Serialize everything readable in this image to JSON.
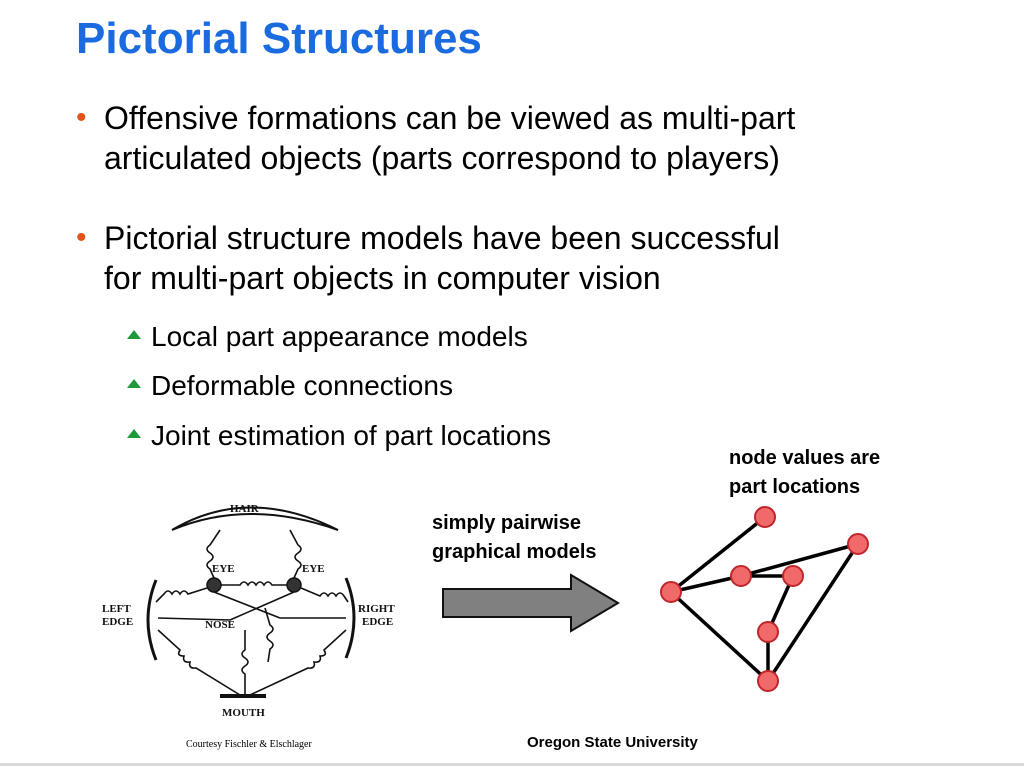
{
  "slide": {
    "title": "Pictorial Structures",
    "bullets": [
      {
        "line1": "Offensive formations can be viewed as multi-part",
        "line2": "articulated objects (parts correspond to players)"
      },
      {
        "line1": "Pictorial structure models have been successful",
        "line2": "for multi-part objects in computer vision"
      }
    ],
    "sub_bullets": [
      "Local part appearance models",
      "Deformable connections",
      "Joint estimation of part locations"
    ],
    "colors": {
      "title": "#1a6ae0",
      "bullet_marker": "#e2541b",
      "sub_marker": "#1e9a3a",
      "node_fill": "#f06a6a",
      "arrow_fill": "#808080"
    }
  },
  "figure": {
    "labels": {
      "hair": "HAIR",
      "eye_left": "EYE",
      "eye_right": "EYE",
      "left_edge_1": "LEFT",
      "left_edge_2": "EDGE",
      "right_edge_1": "RIGHT",
      "right_edge_2": "EDGE",
      "nose": "NOSE",
      "mouth": "MOUTH"
    },
    "credit": "Courtesy Fischler & Elschlager"
  },
  "arrow_caption": {
    "line1": "simply pairwise",
    "line2": "graphical models"
  },
  "graph_caption": {
    "line1": "node values are",
    "line2": "part locations"
  },
  "footer": "Oregon State University"
}
